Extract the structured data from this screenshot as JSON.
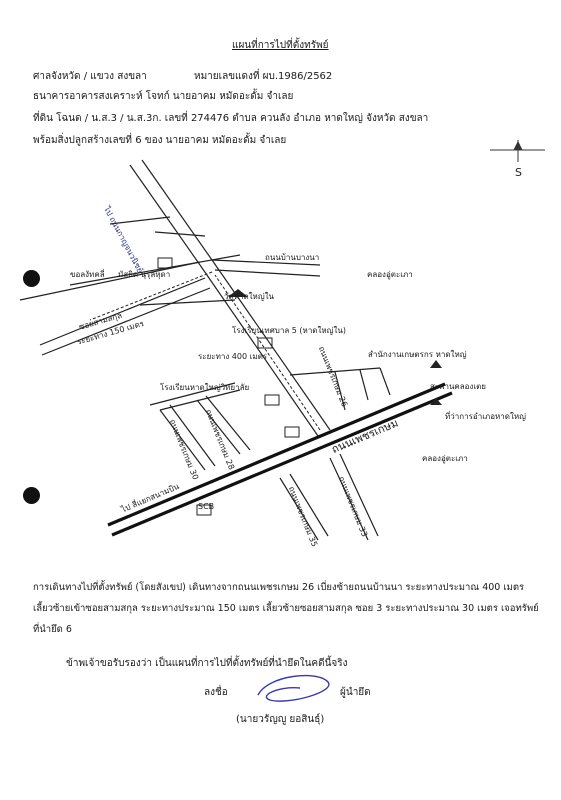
{
  "header": {
    "title": "แผนที่การไปที่ตั้งทรัพย์",
    "court_line": "ศาลจังหวัด / แขวง สงขลา",
    "case_line": "หมายเลขแดงที่ ผบ.1986/2562",
    "plaintiff_line": "ธนาคารอาคารสงเคราะห์ โจทก์ นายอาคม หมัดอะดั้ม จำเลย",
    "land_line": "ที่ดิน โฉนด / น.ส.3 / น.ส.3ก. เลขที่ 274476 ตำบล ควนลัง อำเภอ หาดใหญ่ จังหวัด สงขลา",
    "building_line": "พร้อมสิ่งปลูกสร้างเลขที่ 6 ของ นายอาคม หมัดอะดั้ม จำเลย"
  },
  "map": {
    "compass_south": "S",
    "labels": {
      "road_top": "ไป ถนนกาญจนวนิชย์",
      "road_bannana": "ถนนบ้านบางนา",
      "canal_top": "คลองอู่ตะเภา",
      "cross_road_left": "ขอลงัทคลี่",
      "mosque": "มัสยิด นุรุลหุดา",
      "temple": "วัดหาดใหญ่ใน",
      "soi": "ซอยสามสกุล",
      "distance_150": "ระยะทาง 150 เมตร",
      "school1": "โรงเรียนเทศบาล 5 (หาดใหญ่ใน)",
      "distance_400": "ระยะทาง 400 เมตร",
      "phet26": "ถนนเพชรเกษม 26",
      "office": "สำนักงานเกษตรกร หาดใหญ่",
      "canal_bridge": "สะพานคลองเตย",
      "school2": "โรงเรียนหาดใหญ่วิทยาลัย",
      "phet28": "ถนนเพชรเกษม 28",
      "phet30": "ถนนเพชรเกษม 30",
      "phetkasem": "ถนนเพชรเกษม",
      "district_office": "ที่ว่าการอำเภอหาดใหญ่",
      "canal_bottom": "คลองอู่ตะเภา",
      "phet33": "ถนนเพชรเกษม 33",
      "phet35": "ถนนเพชรเกษม 35",
      "to_junction": "ไป สี่แยกสนามบิน",
      "scb": "SCB"
    }
  },
  "directions": {
    "line1": "การเดินทางไปที่ตั้งทรัพย์ (โดยสังเขป) เดินทางจากถนนเพชรเกษม 26 เบี่ยงซ้ายถนนบ้านนา ระยะทางประมาณ 400 เมตร",
    "line2": "เลี้ยวซ้ายเข้าซอยสามสกุล ระยะทางประมาณ 150 เมตร เลี้ยวซ้ายซอยสามสกุล ซอย 3 ระยะทางประมาณ 30 เมตร เจอทรัพย์",
    "line3": "ที่นำยึด 6"
  },
  "certify": {
    "statement": "ข้าพเจ้าขอรับรองว่า เป็นแผนที่การไปที่ตั้งทรัพย์ที่นำยึดในคดีนี้จริง",
    "sign_label": "ลงชื่อ",
    "role": "ผู้นำยึด",
    "name": "(นายวรัญญู ยอสินธุ์)"
  }
}
